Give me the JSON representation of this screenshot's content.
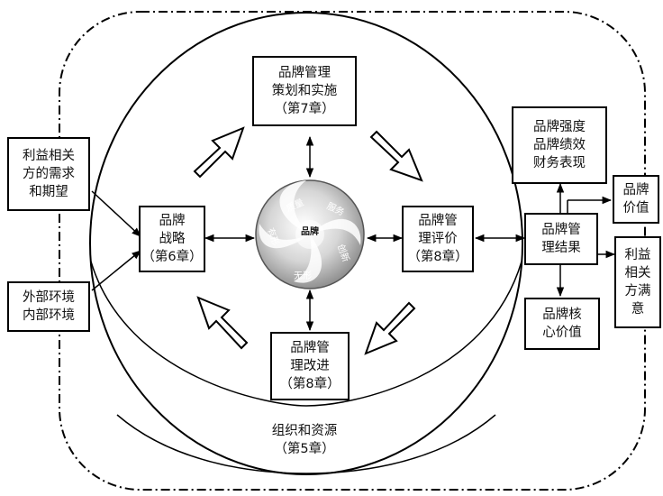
{
  "boxes": {
    "planning": "品牌管理\n策划和实施\n（第7章）",
    "strategy": "品牌\n战略\n（第6章）",
    "evaluation": "品牌管\n理评价\n（第8章）",
    "improvement": "品牌管\n理改进\n（第8章）",
    "stakeholder_needs": "利益相关\n方的需求\n和期望",
    "environment": "外部环境\n内部环境",
    "results": "品牌管\n理结果",
    "performance": "品牌强度\n品牌绩效\n财务表现",
    "brand_value": "品牌\n价值",
    "satisfaction": "利益\n相关\n方满\n意",
    "core_value": "品牌核\n心价值"
  },
  "organization_label": "组织和资源\n（第5章）",
  "swirl": {
    "center": "品牌",
    "segments": [
      "质量",
      "服务",
      "创新",
      "无形",
      "有形"
    ]
  },
  "colors": {
    "line": "#000000",
    "swirl_light": "#f2f2f2",
    "swirl_dark": "#8c8c8c"
  }
}
